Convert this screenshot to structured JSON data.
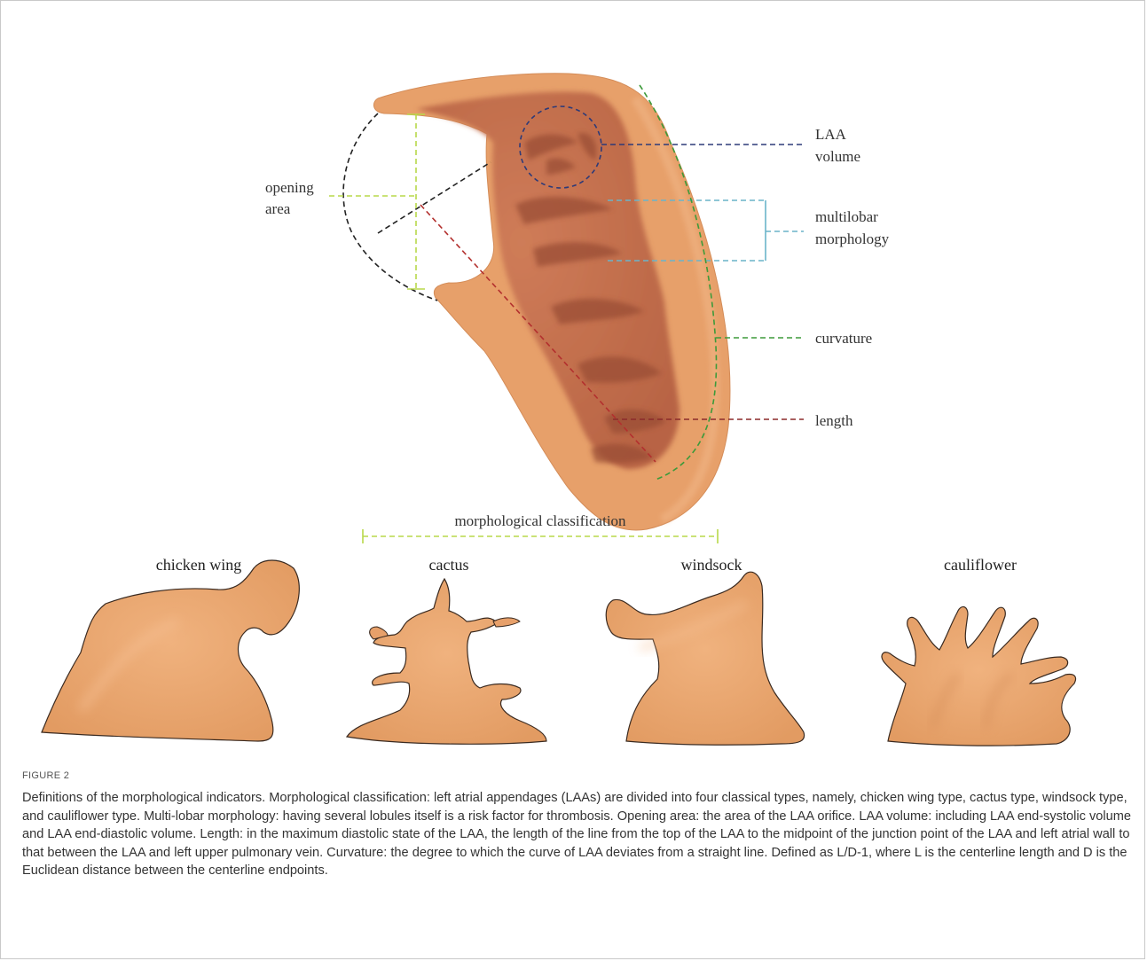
{
  "figure": {
    "labels": {
      "opening_area_1": "opening",
      "opening_area_2": "area",
      "laa_volume_1": "LAA",
      "laa_volume_2": "volume",
      "multilobar_1": "multilobar",
      "multilobar_2": "morphology",
      "curvature": "curvature",
      "length": "length",
      "classification": "morphological classification"
    },
    "types": [
      "chicken wing",
      "cactus",
      "windsock",
      "cauliflower"
    ],
    "colors": {
      "appendage": "#e9a66f",
      "interior": "#c8714f",
      "lobe_shadow": "#9a4e36",
      "opening_guide": "#b8d94a",
      "volume_guide": "#2d3a78",
      "multilobar_guide": "#6ab4c9",
      "curvature_guide": "#3d9a3a",
      "length_guide": "#8b2a2a"
    }
  },
  "caption": {
    "heading": "FIGURE 2",
    "text": "Definitions of the morphological indicators. Morphological classification: left atrial appendages (LAAs) are divided into four classical types, namely, chicken wing type, cactus type, windsock type, and cauliflower type. Multi-lobar morphology: having several lobules itself is a risk factor for thrombosis. Opening area: the area of the LAA orifice. LAA volume: including LAA end-systolic volume and LAA end-diastolic volume. Length: in the maximum diastolic state of the LAA, the length of the line from the top of the LAA to the midpoint of the junction point of the LAA and left atrial wall to that between the LAA and left upper pulmonary vein. Curvature: the degree to which the curve of LAA deviates from a straight line. Defined as L/D-1, where L is the centerline length and D is the Euclidean distance between the centerline endpoints."
  }
}
